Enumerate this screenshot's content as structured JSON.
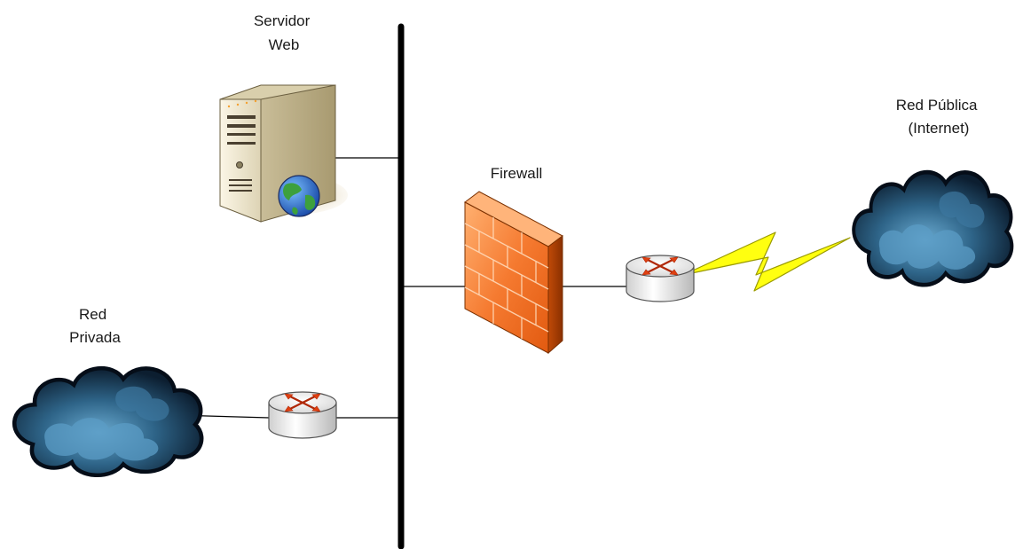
{
  "labels": {
    "web_server": [
      "Servidor",
      "Web"
    ],
    "firewall": [
      "Firewall"
    ],
    "public_network": [
      "Red Pública",
      "(Internet)"
    ],
    "private_network": [
      "Red",
      "Privada"
    ]
  },
  "colors": {
    "backbone": "#000000",
    "link": "#000000",
    "lightning": "#ffff00",
    "cloud_dark": "#0a1a2a",
    "cloud_mid": "#2a5a7a",
    "cloud_light": "#5a9ac0",
    "firewall": "#f26a20",
    "server_case": "#e8e0c8",
    "router": "#eeeeee",
    "router_arrow": "#e04010"
  },
  "icons": [
    "server-icon",
    "globe-icon",
    "firewall-icon",
    "router-icon",
    "cloud-icon",
    "lightning-icon"
  ]
}
